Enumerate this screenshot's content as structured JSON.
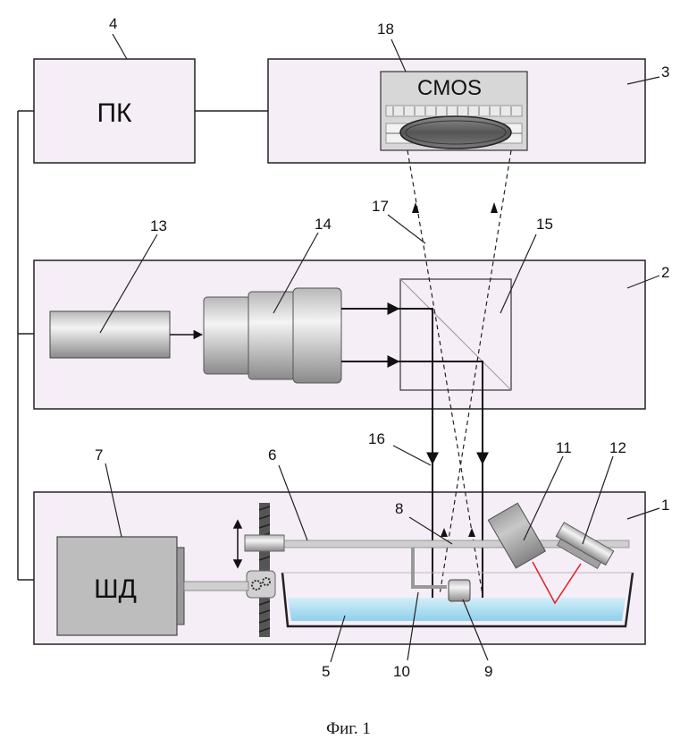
{
  "blocks": {
    "pc": "ПК",
    "motor": "ШД",
    "sensor": "CMOS"
  },
  "numbers": {
    "n1": "1",
    "n2": "2",
    "n3": "3",
    "n4": "4",
    "n5": "5",
    "n6": "6",
    "n7": "7",
    "n8": "8",
    "n9": "9",
    "n10": "10",
    "n11": "11",
    "n12": "12",
    "n13": "13",
    "n14": "14",
    "n15": "15",
    "n16": "16",
    "n17": "17",
    "n18": "18"
  },
  "caption": "Фиг. 1",
  "colors": {
    "box_fill": "#f6eef6",
    "water": "#a8dcf0",
    "laser_line": "#e02020"
  }
}
